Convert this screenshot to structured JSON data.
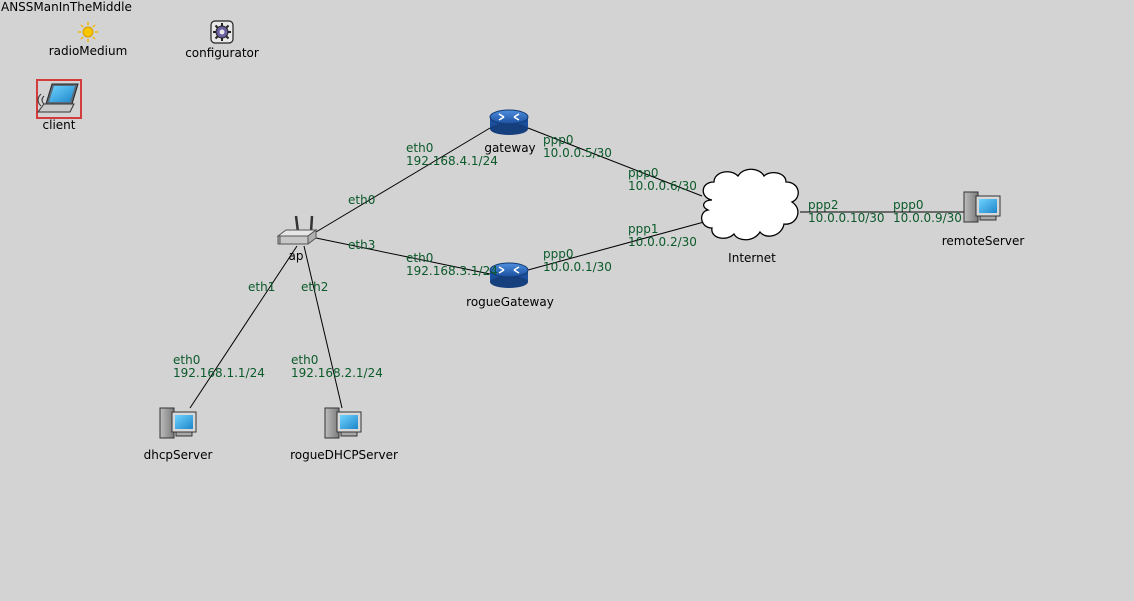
{
  "network": {
    "title": "ANSSManInTheMiddle"
  },
  "nodes": {
    "radioMedium": "radioMedium",
    "configurator": "configurator",
    "client": "client",
    "ap": "ap",
    "gateway": "gateway",
    "rogueGateway": "rogueGateway",
    "internet": "Internet",
    "remoteServer": "remoteServer",
    "dhcpServer": "dhcpServer",
    "rogueDHCPServer": "rogueDHCPServer"
  },
  "interfaces": {
    "ap_eth0": "eth0",
    "ap_eth1": "eth1",
    "ap_eth2": "eth2",
    "ap_eth3": "eth3",
    "gateway_eth0_name": "eth0",
    "gateway_eth0_addr": "192.168.4.1/24",
    "gateway_ppp0_name": "ppp0",
    "gateway_ppp0_addr": "10.0.0.5/30",
    "internet_ppp0_name": "ppp0",
    "internet_ppp0_addr": "10.0.0.6/30",
    "internet_ppp1_name": "ppp1",
    "internet_ppp1_addr": "10.0.0.2/30",
    "internet_ppp2_name": "ppp2",
    "internet_ppp2_addr": "10.0.0.10/30",
    "remote_ppp0_name": "ppp0",
    "remote_ppp0_addr": "10.0.0.9/30",
    "rogue_eth0_name": "eth0",
    "rogue_eth0_addr": "192.168.3.1/24",
    "rogue_ppp0_name": "ppp0",
    "rogue_ppp0_addr": "10.0.0.1/30",
    "dhcp_eth0_name": "eth0",
    "dhcp_eth0_addr": "192.168.1.1/24",
    "rdhcp_eth0_name": "eth0",
    "rdhcp_eth0_addr": "192.168.2.1/24"
  },
  "colors": {
    "background": "#d3d3d3",
    "interface_label": "#0b5a2a",
    "router_blue": "#1f5fb8",
    "selection_red": "#d43c3c"
  }
}
